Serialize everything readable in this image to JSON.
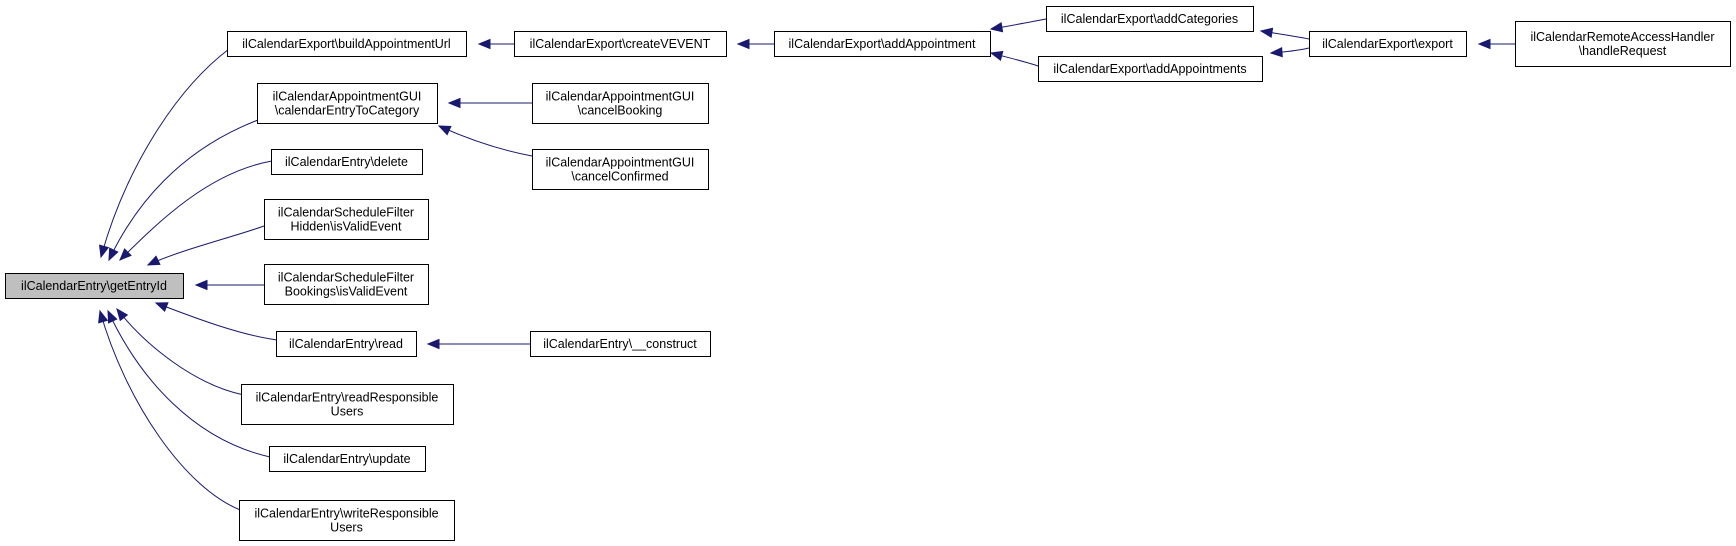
{
  "diagram": {
    "type": "call-graph",
    "edge_color": "#191970",
    "root_fill": "#bfbfbf",
    "nodes": [
      {
        "id": "root",
        "lines": [
          "ilCalendarEntry\\getEntryId"
        ],
        "root": true
      },
      {
        "id": "bau",
        "lines": [
          "ilCalendarExport\\buildAppointmentUrl"
        ]
      },
      {
        "id": "cetc",
        "lines": [
          "ilCalendarAppointmentGUI",
          "\\calendarEntryToCategory"
        ]
      },
      {
        "id": "del",
        "lines": [
          "ilCalendarEntry\\delete"
        ]
      },
      {
        "id": "sfh",
        "lines": [
          "ilCalendarScheduleFilter",
          "Hidden\\isValidEvent"
        ]
      },
      {
        "id": "sfb",
        "lines": [
          "ilCalendarScheduleFilter",
          "Bookings\\isValidEvent"
        ]
      },
      {
        "id": "read",
        "lines": [
          "ilCalendarEntry\\read"
        ]
      },
      {
        "id": "rru",
        "lines": [
          "ilCalendarEntry\\readResponsible",
          "Users"
        ]
      },
      {
        "id": "upd",
        "lines": [
          "ilCalendarEntry\\update"
        ]
      },
      {
        "id": "wru",
        "lines": [
          "ilCalendarEntry\\writeResponsible",
          "Users"
        ]
      },
      {
        "id": "cve",
        "lines": [
          "ilCalendarExport\\createVEVENT"
        ]
      },
      {
        "id": "cb",
        "lines": [
          "ilCalendarAppointmentGUI",
          "\\cancelBooking"
        ]
      },
      {
        "id": "cc",
        "lines": [
          "ilCalendarAppointmentGUI",
          "\\cancelConfirmed"
        ]
      },
      {
        "id": "cons",
        "lines": [
          "ilCalendarEntry\\__construct"
        ]
      },
      {
        "id": "aa",
        "lines": [
          "ilCalendarExport\\addAppointment"
        ]
      },
      {
        "id": "acat",
        "lines": [
          "ilCalendarExport\\addCategories"
        ]
      },
      {
        "id": "aas",
        "lines": [
          "ilCalendarExport\\addAppointments"
        ]
      },
      {
        "id": "exp",
        "lines": [
          "ilCalendarExport\\export"
        ]
      },
      {
        "id": "hr",
        "lines": [
          "ilCalendarRemoteAccessHandler",
          "\\handleRequest"
        ]
      }
    ],
    "edges": [
      {
        "from": "bau",
        "to": "root"
      },
      {
        "from": "cetc",
        "to": "root"
      },
      {
        "from": "del",
        "to": "root"
      },
      {
        "from": "sfh",
        "to": "root"
      },
      {
        "from": "sfb",
        "to": "root"
      },
      {
        "from": "read",
        "to": "root"
      },
      {
        "from": "rru",
        "to": "root"
      },
      {
        "from": "upd",
        "to": "root"
      },
      {
        "from": "wru",
        "to": "root"
      },
      {
        "from": "cve",
        "to": "bau"
      },
      {
        "from": "cb",
        "to": "cetc"
      },
      {
        "from": "cc",
        "to": "cetc"
      },
      {
        "from": "cons",
        "to": "read"
      },
      {
        "from": "aa",
        "to": "cve"
      },
      {
        "from": "acat",
        "to": "aa"
      },
      {
        "from": "aas",
        "to": "aa"
      },
      {
        "from": "exp",
        "to": "acat"
      },
      {
        "from": "exp",
        "to": "aas"
      },
      {
        "from": "hr",
        "to": "exp"
      }
    ]
  }
}
